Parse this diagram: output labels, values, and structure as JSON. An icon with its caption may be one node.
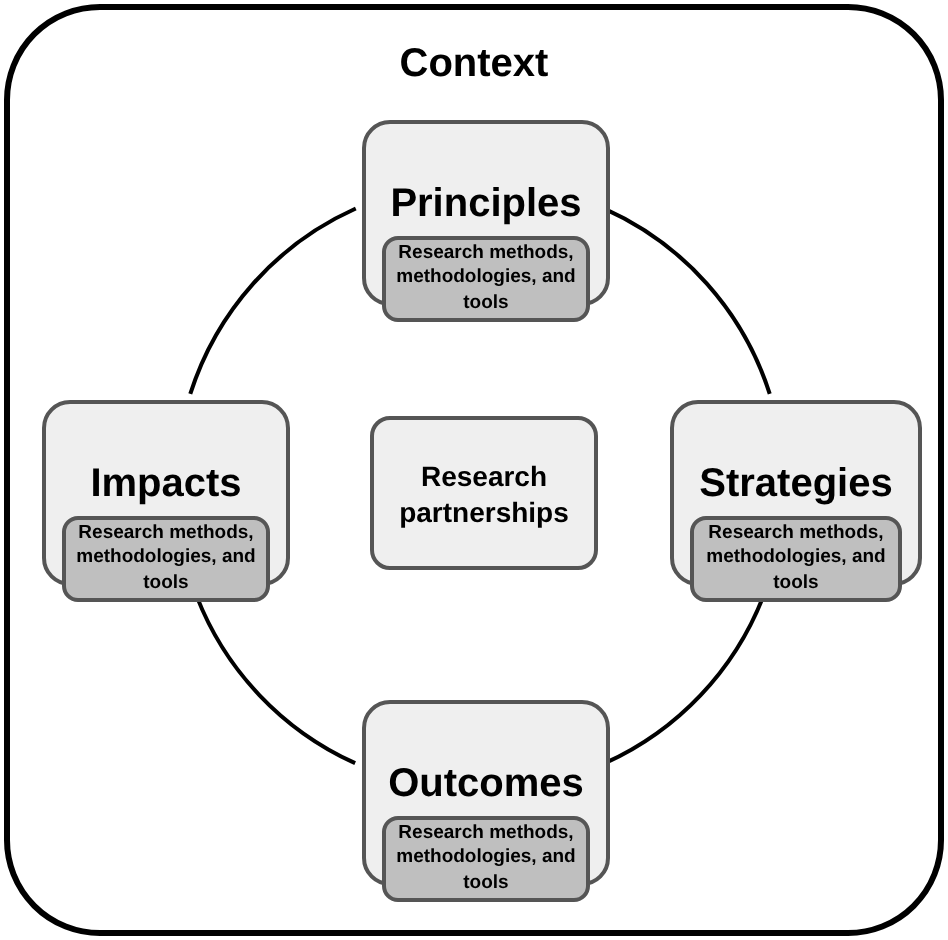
{
  "diagram": {
    "nodes": [
      {
        "text": [
          "Context"
        ]
      },
      {
        "text": [
          "Principles"
        ],
        "in": 0
      },
      {
        "text": [
          "Research methods, methodologies, and tools"
        ],
        "in": 1
      },
      {
        "text": [
          "Impacts"
        ],
        "in": 0
      },
      {
        "text": [
          "Research methods, methodologies, and tools"
        ],
        "in": 3
      },
      {
        "text": [
          "Research partnerships"
        ],
        "in": 0
      },
      {
        "text": [
          "Strategies"
        ],
        "in": 0
      },
      {
        "text": [
          "Research methods, methodologies, and tools"
        ],
        "in": 6
      },
      {
        "text": [
          "Outcomes"
        ],
        "in": 0
      },
      {
        "text": [
          "Research methods, methodologies, and tools"
        ],
        "in": 8
      }
    ],
    "edges": [
      {
        "from": 1,
        "to": 6,
        "arrow": "none"
      },
      {
        "from": 6,
        "to": 8,
        "arrow": "none"
      },
      {
        "from": 8,
        "to": 3,
        "arrow": "none"
      },
      {
        "from": 3,
        "to": 1,
        "arrow": "none"
      }
    ]
  }
}
